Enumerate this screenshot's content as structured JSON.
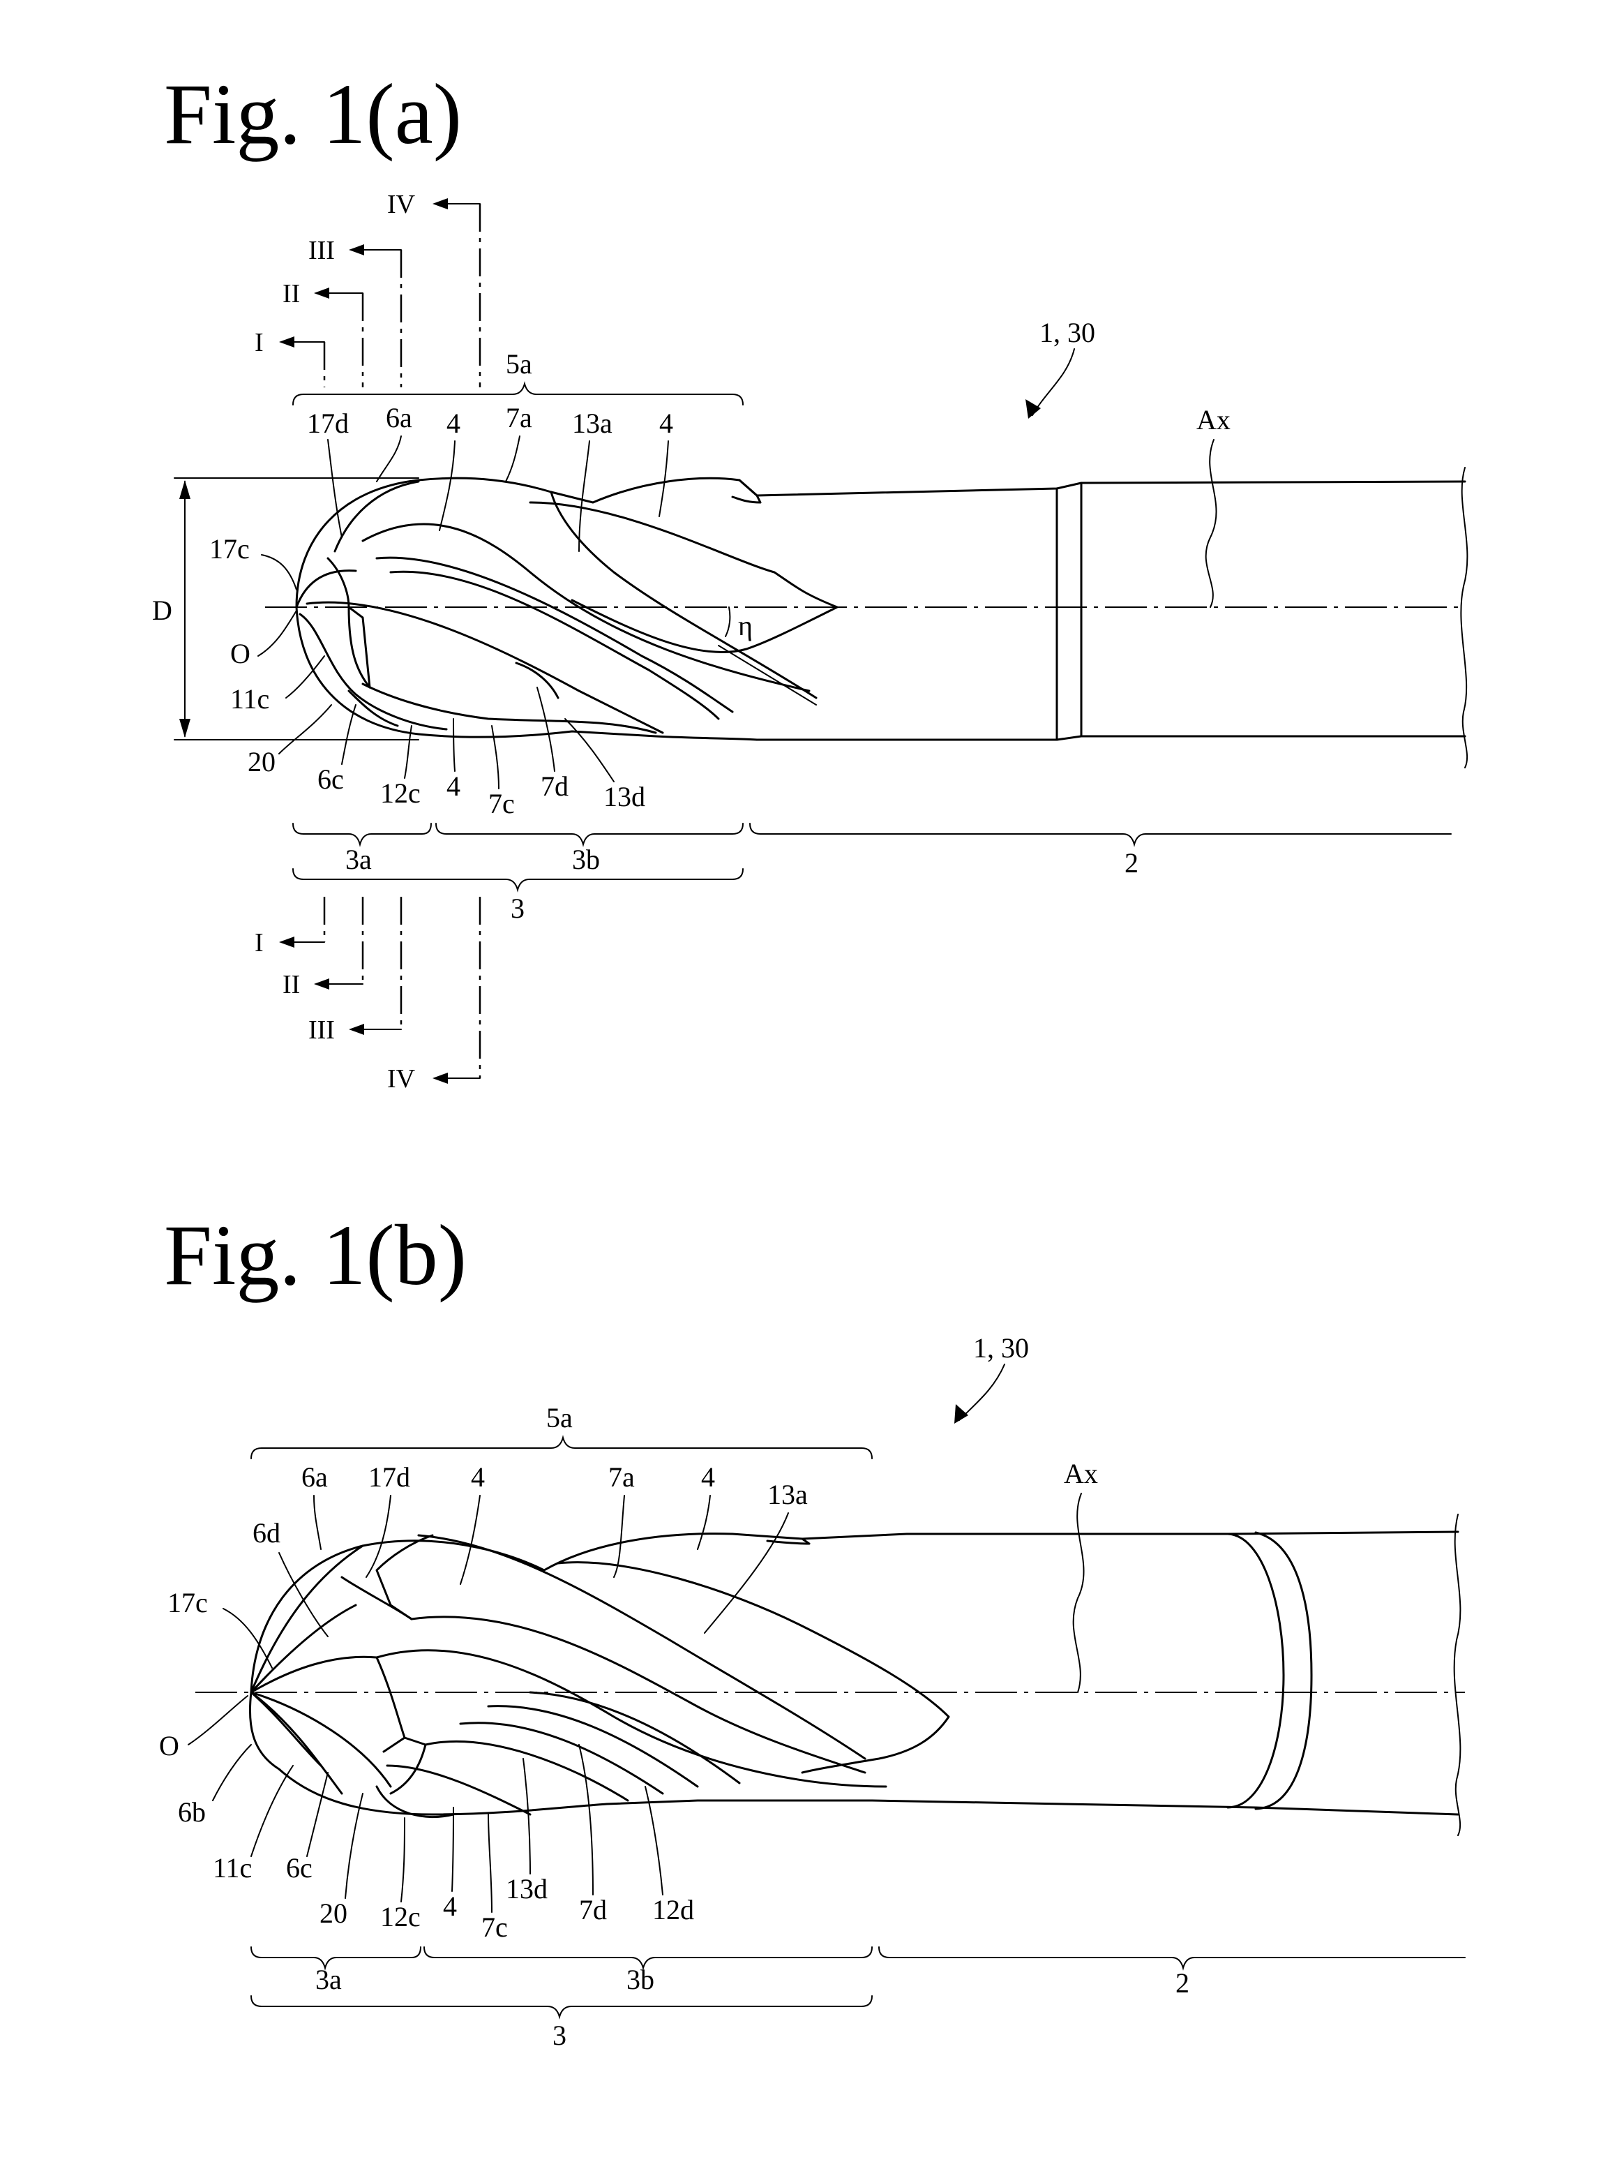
{
  "fig_a": {
    "title": "Fig. 1(a)",
    "ref_main": "1, 30",
    "sections": [
      "I",
      "II",
      "III",
      "IV"
    ],
    "labels": {
      "l5a": "5a",
      "l17d": "17d",
      "l6a": "6a",
      "l4a": "4",
      "l7a": "7a",
      "l13a": "13a",
      "l4b": "4",
      "lAx": "Ax",
      "lD": "D",
      "l17c": "17c",
      "lO": "O",
      "l11c": "11c",
      "l20": "20",
      "l6c": "6c",
      "l12c": "12c",
      "l4c": "4",
      "l7c": "7c",
      "l7d": "7d",
      "l13d": "13d",
      "leta": "η",
      "l3a": "3a",
      "l3b": "3b",
      "l3": "3",
      "l2": "2"
    }
  },
  "fig_b": {
    "title": "Fig. 1(b)",
    "ref_main": "1, 30",
    "labels": {
      "l5a": "5a",
      "l6a": "6a",
      "l17d": "17d",
      "l4a": "4",
      "l7a": "7a",
      "l4b": "4",
      "l13a": "13a",
      "lAx": "Ax",
      "l6d": "6d",
      "l17c": "17c",
      "lO": "O",
      "l6b": "6b",
      "l11c": "11c",
      "l6c": "6c",
      "l20": "20",
      "l12c": "12c",
      "l4c": "4",
      "l7c": "7c",
      "l13d": "13d",
      "l7d": "7d",
      "l12d": "12d",
      "l3a": "3a",
      "l3b": "3b",
      "l3": "3",
      "l2": "2"
    }
  }
}
